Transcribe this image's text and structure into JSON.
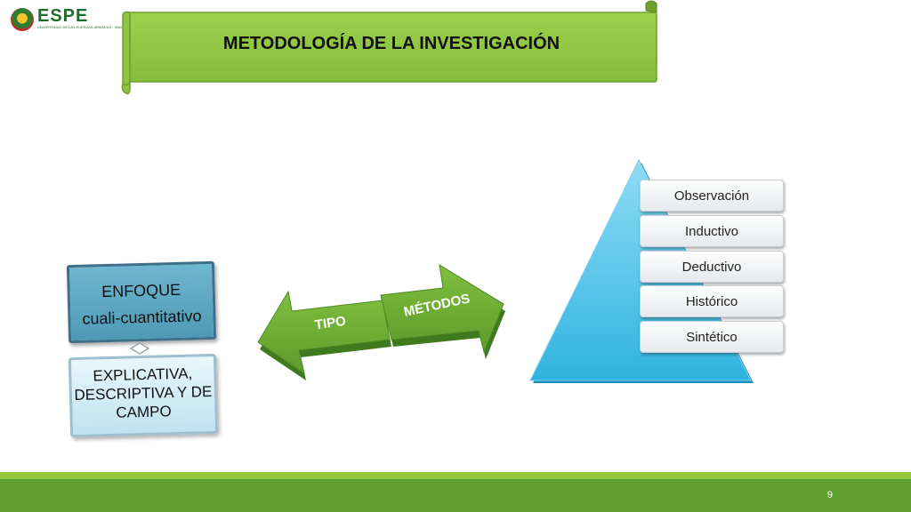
{
  "logo": {
    "name": "ESPE",
    "tagline": "UNIVERSIDAD DE LAS FUERZAS ARMADAS · INNOVACIÓN PARA LA EXCELENCIA"
  },
  "banner": {
    "title": "METODOLOGÍA DE LA INVESTIGACIÓN"
  },
  "enfoque": {
    "line1": "ENFOQUE",
    "line2": "cuali-cuantitativo"
  },
  "explicativa": {
    "text": "EXPLICATIVA, DESCRIPTIVA Y DE CAMPO"
  },
  "arrows": {
    "left_label": "TIPO",
    "right_label": "MÉTODOS"
  },
  "methods": [
    {
      "label": "Observación"
    },
    {
      "label": "Inductivo"
    },
    {
      "label": "Deductivo"
    },
    {
      "label": "Histórico"
    },
    {
      "label": "Sintético"
    }
  ],
  "footer": {
    "page_number": "9"
  },
  "colors": {
    "green_dark": "#5fa031",
    "green_light": "#95c93d",
    "banner_green": "#8dc63f",
    "box_blue": "#4e9ab6",
    "pyramid_blue": "#4fc3e8"
  }
}
